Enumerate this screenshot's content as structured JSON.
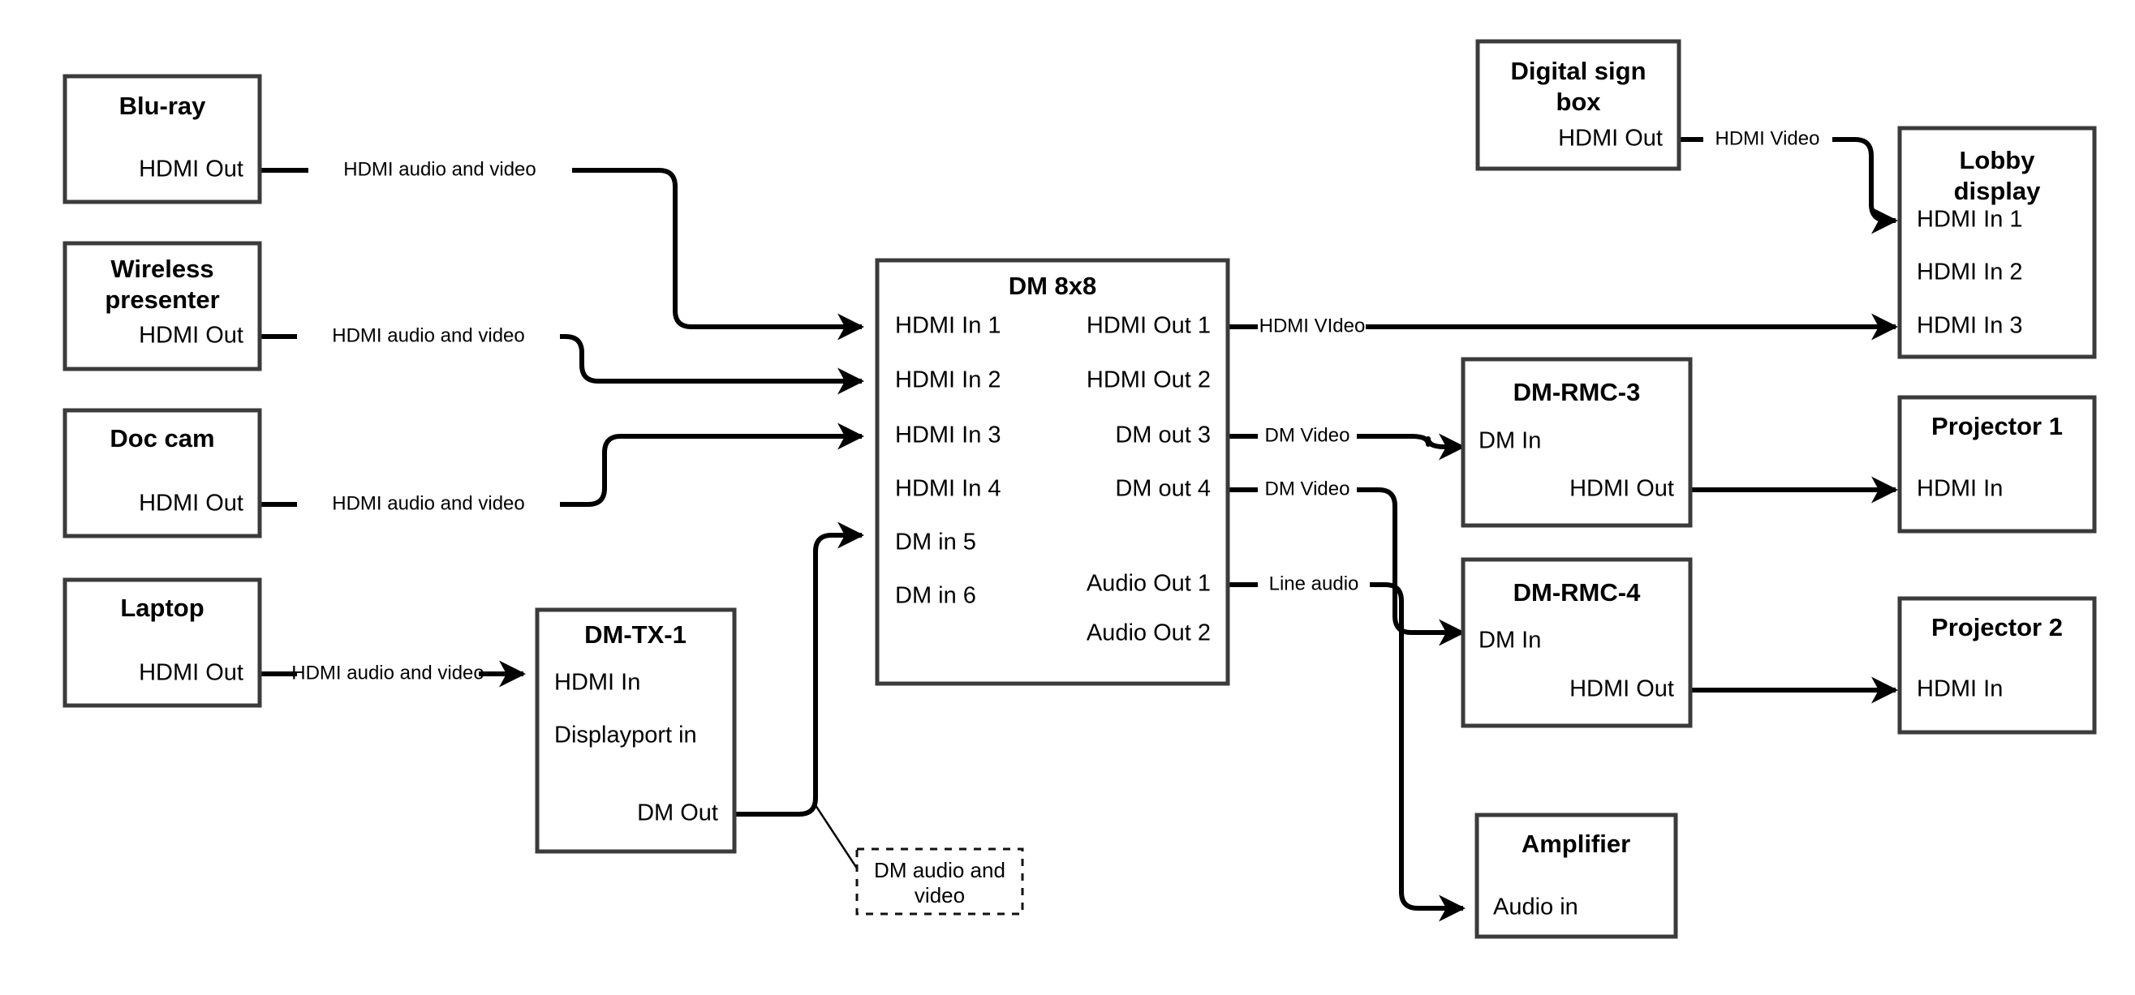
{
  "diagram": {
    "title": "AV Signal Flow Diagram",
    "background_color": "#ffffff",
    "box_stroke_color": "#3b3b3b",
    "wire_color": "#000000",
    "text_color": "#000000"
  },
  "devices": {
    "bluray": {
      "name": "Blu-ray",
      "ports": {
        "hdmi_out": "HDMI Out"
      }
    },
    "wireless_presenter": {
      "name_line1": "Wireless",
      "name_line2": "presenter",
      "ports": {
        "hdmi_out": "HDMI Out"
      }
    },
    "doc_cam": {
      "name": "Doc cam",
      "ports": {
        "hdmi_out": "HDMI Out"
      }
    },
    "laptop": {
      "name": "Laptop",
      "ports": {
        "hdmi_out": "HDMI Out"
      }
    },
    "dm_tx_1": {
      "name": "DM-TX-1",
      "ports": {
        "hdmi_in": "HDMI In",
        "displayport_in": "Displayport in",
        "dm_out": "DM Out"
      }
    },
    "dm_8x8": {
      "name": "DM 8x8",
      "inputs": [
        "HDMI In 1",
        "HDMI In 2",
        "HDMI In 3",
        "HDMI In 4",
        "DM in 5",
        "DM in 6"
      ],
      "outputs": [
        "HDMI Out 1",
        "HDMI Out 2",
        "DM out 3",
        "DM out 4",
        "Audio Out 1",
        "Audio Out 2"
      ]
    },
    "digital_sign_box": {
      "name_line1": "Digital sign",
      "name_line2": "box",
      "ports": {
        "hdmi_out": "HDMI Out"
      }
    },
    "lobby_display": {
      "name_line1": "Lobby",
      "name_line2": "display",
      "ports": {
        "hdmi_in_1": "HDMI In 1",
        "hdmi_in_2": "HDMI In 2",
        "hdmi_in_3": "HDMI In 3"
      }
    },
    "dm_rmc_3": {
      "name": "DM-RMC-3",
      "ports": {
        "dm_in": "DM In",
        "hdmi_out": "HDMI Out"
      }
    },
    "dm_rmc_4": {
      "name": "DM-RMC-4",
      "ports": {
        "dm_in": "DM In",
        "hdmi_out": "HDMI Out"
      }
    },
    "projector_1": {
      "name": "Projector 1",
      "ports": {
        "hdmi_in": "HDMI In"
      }
    },
    "projector_2": {
      "name": "Projector 2",
      "ports": {
        "hdmi_in": "HDMI In"
      }
    },
    "amplifier": {
      "name": "Amplifier",
      "ports": {
        "audio_in": "Audio in"
      }
    }
  },
  "wire_labels": {
    "bluray_to_dm": "HDMI audio and video",
    "wireless_to_dm": "HDMI audio and video",
    "doccam_to_dm": "HDMI audio and video",
    "laptop_to_tx": "HDMI audio and video",
    "sign_to_lobby": "HDMI Video",
    "hdmi_out1_to_lobby": "HDMI VIdeo",
    "dm_out3_to_rmc3": "DM Video",
    "dm_out4_to_rmc4": "DM Video",
    "audio_out1_to_amp": "Line audio"
  },
  "notes": {
    "dm_audio_video": {
      "line1": "DM audio and",
      "line2": "video"
    }
  }
}
